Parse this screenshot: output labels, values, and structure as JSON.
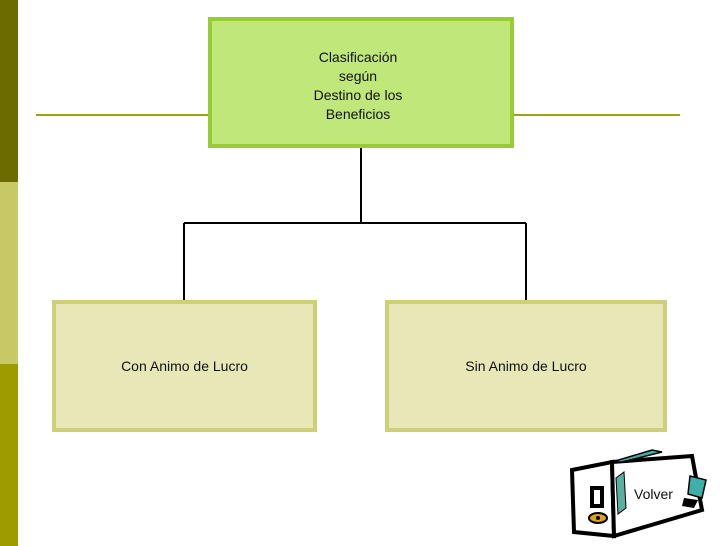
{
  "diagram": {
    "root": {
      "label": "Clasificación\nsegún\nDestino de  los\nBeneficios"
    },
    "children": [
      {
        "label": "Con Animo de Lucro"
      },
      {
        "label": "Sin Animo de Lucro"
      }
    ]
  },
  "nav": {
    "back_label": "Volver",
    "icon": "door-exit-icon"
  },
  "colors": {
    "root_fill": "#bfe77a",
    "root_border": "#99cc33",
    "child_fill": "#e7e7b8",
    "child_border": "#cdd077",
    "rule": "#9aa21c",
    "sidebar": [
      "#6b6b00",
      "#c8c864",
      "#9c9c00"
    ]
  }
}
